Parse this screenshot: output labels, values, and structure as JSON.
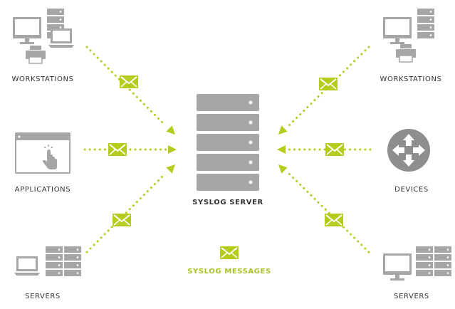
{
  "colors": {
    "gray": "#a6a6a6",
    "gray_dark": "#8e8e8e",
    "accent": "#b5cc1e",
    "text": "#333333",
    "accent_text": "#a8c320"
  },
  "nodes": {
    "workstations_left": {
      "label": "WORKSTATIONS",
      "icon": "workstations-icon"
    },
    "applications": {
      "label": "APPLICATIONS",
      "icon": "application-window-icon"
    },
    "servers_left": {
      "label": "SERVERS",
      "icon": "servers-icon"
    },
    "workstations_right": {
      "label": "WORKSTATIONS",
      "icon": "workstations-icon"
    },
    "devices": {
      "label": "DEVICES",
      "icon": "router-icon"
    },
    "servers_right": {
      "label": "SERVERS",
      "icon": "servers-icon"
    },
    "syslog_server": {
      "label": "SYSLOG SERVER",
      "icon": "server-rack-icon"
    }
  },
  "legend": {
    "label": "SYSLOG MESSAGES",
    "icon": "envelope-icon"
  }
}
